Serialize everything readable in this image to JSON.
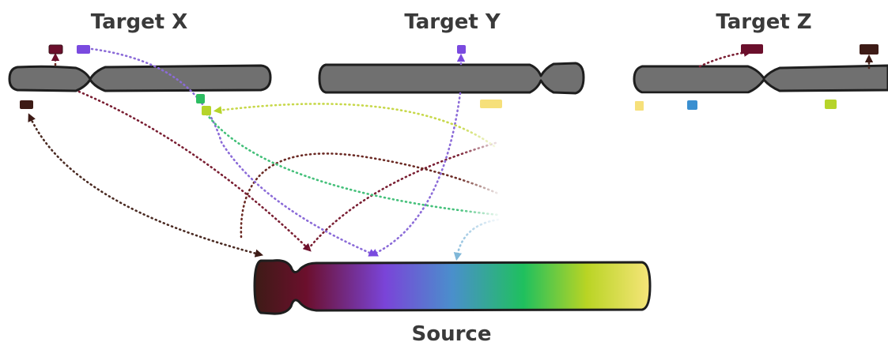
{
  "title_x": "Target X",
  "title_y": "Target Y",
  "title_z": "Target Z",
  "title_source": "Source",
  "colors": {
    "chromosome_fill": "#707070",
    "outline": "#1e1e1e",
    "label": "#3a3a3a",
    "gradient": [
      "#3d1b16",
      "#6b0f2c",
      "#7a44d8",
      "#4a8fcc",
      "#1fc05e",
      "#b9d424",
      "#f6e57a"
    ],
    "dark_brown": "#3d1b16",
    "maroon": "#6b0f2c",
    "violet": "#7a4adf",
    "sky_blue": "#3f95c8",
    "blue": "#3a8fd0",
    "green": "#2dbd62",
    "lime": "#b6d42a",
    "yellow": "#f6e07a"
  }
}
